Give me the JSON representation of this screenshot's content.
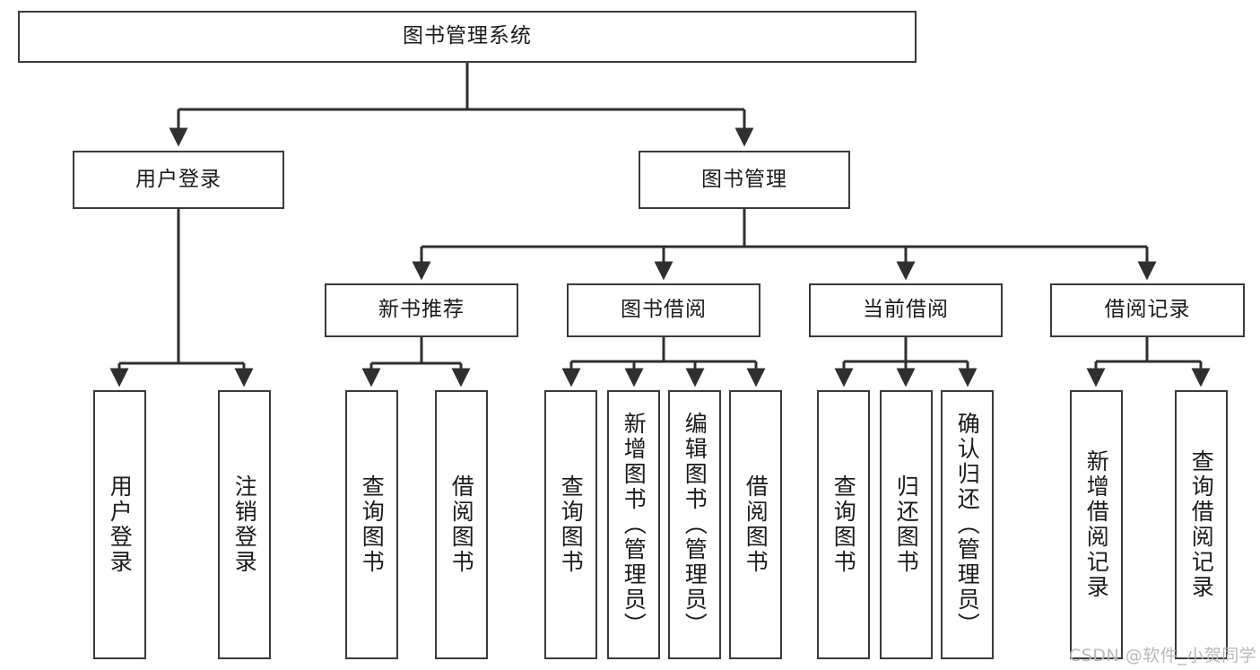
{
  "diagram": {
    "title": "图书管理系统",
    "watermark": "CSDN @软件_小贺同学",
    "colors": {
      "box_border": "#3a3a3a",
      "box_fill": "#ffffff",
      "connector": "#2f2f2f",
      "text": "#1a1a1a",
      "watermark": "#b9b9b9",
      "background": "#ffffff"
    },
    "nodes": {
      "root": {
        "label": "图书管理系统"
      },
      "level2": [
        {
          "id": "user-login",
          "label": "用户登录"
        },
        {
          "id": "book-management",
          "label": "图书管理"
        }
      ],
      "level3": [
        {
          "id": "new-book-recommend",
          "label": "新书推荐"
        },
        {
          "id": "book-borrow",
          "label": "图书借阅"
        },
        {
          "id": "current-borrow",
          "label": "当前借阅"
        },
        {
          "id": "borrow-record",
          "label": "借阅记录"
        }
      ],
      "leaves": {
        "user_login": [
          {
            "id": "leaf-user-login",
            "label": "用户登录"
          },
          {
            "id": "leaf-logout-login",
            "label": "注销登录"
          }
        ],
        "new_book_recommend": [
          {
            "id": "leaf-query-book-1",
            "label": "查询图书"
          },
          {
            "id": "leaf-borrow-book-1",
            "label": "借阅图书"
          }
        ],
        "book_borrow": [
          {
            "id": "leaf-query-book-2",
            "label": "查询图书"
          },
          {
            "id": "leaf-add-book-admin",
            "label": "新增图书（管理员）"
          },
          {
            "id": "leaf-edit-book-admin",
            "label": "编辑图书（管理员）"
          },
          {
            "id": "leaf-borrow-book-2",
            "label": "借阅图书"
          }
        ],
        "current_borrow": [
          {
            "id": "leaf-query-book-3",
            "label": "查询图书"
          },
          {
            "id": "leaf-return-book",
            "label": "归还图书"
          },
          {
            "id": "leaf-confirm-return-admin",
            "label": "确认归还（管理员）"
          }
        ],
        "borrow_record": [
          {
            "id": "leaf-add-borrow-record",
            "label": "新增借阅记录"
          },
          {
            "id": "leaf-query-borrow-record",
            "label": "查询借阅记录"
          }
        ]
      }
    }
  }
}
